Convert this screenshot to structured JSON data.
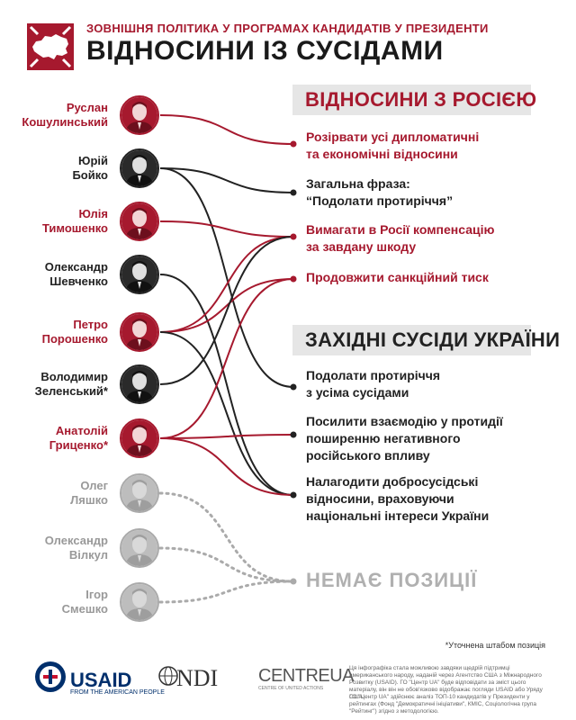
{
  "header": {
    "subtitle": "ЗОВНІШНЯ ПОЛІТИКА У ПРОГРАМАХ КАНДИДАТІВ У ПРЕЗИДЕНТИ",
    "title": "ВІДНОСИНИ ІЗ СУСІДАМИ"
  },
  "colors": {
    "accent": "#a6192e",
    "dark": "#222222",
    "gray": "#aaaaaa",
    "section_bg": "#e6e6e6"
  },
  "candidates": [
    {
      "line1": "Руслан",
      "line2": "Кошулинський",
      "tone": "red"
    },
    {
      "line1": "Юрій",
      "line2": "Бойко",
      "tone": "dark"
    },
    {
      "line1": "Юлія",
      "line2": "Тимошенко",
      "tone": "red"
    },
    {
      "line1": "Олександр",
      "line2": "Шевченко",
      "tone": "dark"
    },
    {
      "line1": "Петро",
      "line2": "Порошенко",
      "tone": "red"
    },
    {
      "line1": "Володимир",
      "line2": "Зеленський*",
      "tone": "dark"
    },
    {
      "line1": "Анатолій",
      "line2": "Гриценко*",
      "tone": "red"
    },
    {
      "line1": "Олег",
      "line2": "Ляшко",
      "tone": "gray"
    },
    {
      "line1": "Олександр",
      "line2": "Вілкул",
      "tone": "gray"
    },
    {
      "line1": "Ігор",
      "line2": "Смешко",
      "tone": "gray"
    }
  ],
  "sections": {
    "russia": "ВІДНОСИНИ З РОСІЄЮ",
    "west": "ЗАХІДНІ СУСІДИ УКРАЇНИ"
  },
  "positions": [
    {
      "lines": [
        "Розірвати усі дипломатичні",
        "та економічні відносини"
      ],
      "tone": "red"
    },
    {
      "lines": [
        "Загальна фраза:",
        "“Подолати протиріччя”"
      ],
      "tone": "dark"
    },
    {
      "lines": [
        "Вимагати в Росії компенсацію",
        "за завдану шкоду"
      ],
      "tone": "red"
    },
    {
      "lines": [
        "Продовжити санкційний тиск"
      ],
      "tone": "red"
    },
    {
      "lines": [
        "Подолати протиріччя",
        "з усіма сусідами"
      ],
      "tone": "dark"
    },
    {
      "lines": [
        "Посилити взаємодію у протидії",
        "поширенню негативного",
        "російського впливу"
      ],
      "tone": "dark"
    },
    {
      "lines": [
        "Налагодити добросусідські",
        "відносини, враховуючи",
        "національні інтереси України"
      ],
      "tone": "dark"
    }
  ],
  "no_position": "НЕМАЄ ПОЗИЦІЇ",
  "connections": [
    {
      "from": 0,
      "to": 0,
      "style": "red"
    },
    {
      "from": 1,
      "to": 1,
      "style": "dark"
    },
    {
      "from": 1,
      "to": 4,
      "style": "dark"
    },
    {
      "from": 2,
      "to": 2,
      "style": "red"
    },
    {
      "from": 3,
      "to": 6,
      "style": "dark"
    },
    {
      "from": 4,
      "to": 2,
      "style": "red"
    },
    {
      "from": 4,
      "to": 3,
      "style": "red"
    },
    {
      "from": 4,
      "to": 6,
      "style": "dark"
    },
    {
      "from": 5,
      "to": 2,
      "style": "dark"
    },
    {
      "from": 6,
      "to": 3,
      "style": "red"
    },
    {
      "from": 6,
      "to": 5,
      "style": "red"
    },
    {
      "from": 6,
      "to": 6,
      "style": "red"
    },
    {
      "from": 7,
      "to": "none",
      "style": "gray"
    },
    {
      "from": 8,
      "to": "none",
      "style": "gray"
    },
    {
      "from": 9,
      "to": "none",
      "style": "gray"
    }
  ],
  "footnote": "*Уточнена штабом позиція",
  "footer": {
    "usaid_name": "USAID",
    "usaid_tag": "FROM THE AMERICAN PEOPLE",
    "ndi_name": "NDI",
    "cua_name": "CENTREUA",
    "cua_tag": "CENTRE OF UNITED ACTIONS",
    "disclaimer1": "Ця інфографіка стала можливою завдяки щедрій підтримці американського народу, наданій через Агентство США з Міжнародного Розвитку (USAID). ГО \"Центр UA\" буде відповідати за зміст цього матеріалу, він він не обов'язково відображає погляди USAID або Уряду США.",
    "disclaimer2": "ГО \"Центр UA\" здійснює аналіз ТОП-10 кандидатів у Президенти у рейтингах (Фонд \"Демократичні ініціативи\", КМІС, Соціологічна група \"Рейтинг\") згідно з методологією."
  }
}
